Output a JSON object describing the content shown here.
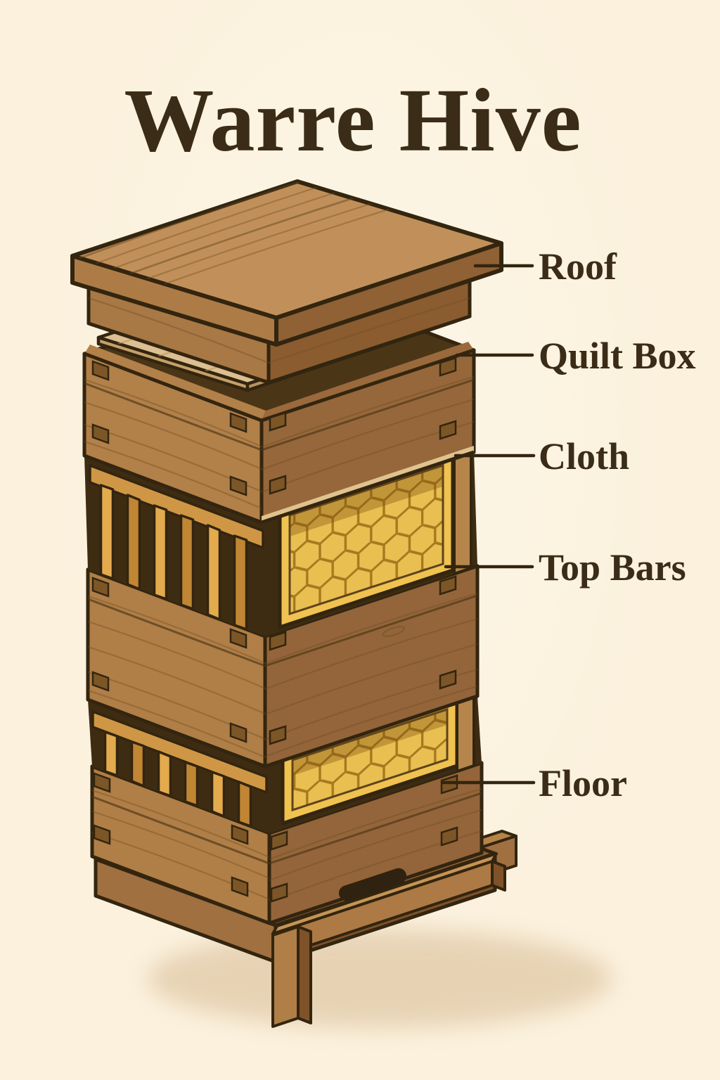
{
  "title": "Warre Hive",
  "diagram": {
    "subject": "Warre hive exploded-view illustration",
    "type": "labeled-diagram",
    "labels": [
      {
        "id": "roof",
        "text": "Roof"
      },
      {
        "id": "quilt-box",
        "text": "Quilt Box"
      },
      {
        "id": "cloth",
        "text": "Cloth"
      },
      {
        "id": "top-bars",
        "text": "Top Bars"
      },
      {
        "id": "floor",
        "text": "Floor"
      }
    ]
  },
  "colors": {
    "background": "#fbf1dd",
    "outline_ink": "#33250f",
    "text_ink": "#3a2c16",
    "wood_top": "#c1905a",
    "wood_left": "#b28049",
    "wood_right": "#96673a",
    "wood_dark": "#7f5229",
    "cloth_tan": "#dcbf92",
    "slat_amber": "#e3aa4e",
    "comb_gold": "#e9bf51",
    "comb_cell_line": "#a6791f",
    "interior_shadow": "#3e2c12"
  }
}
